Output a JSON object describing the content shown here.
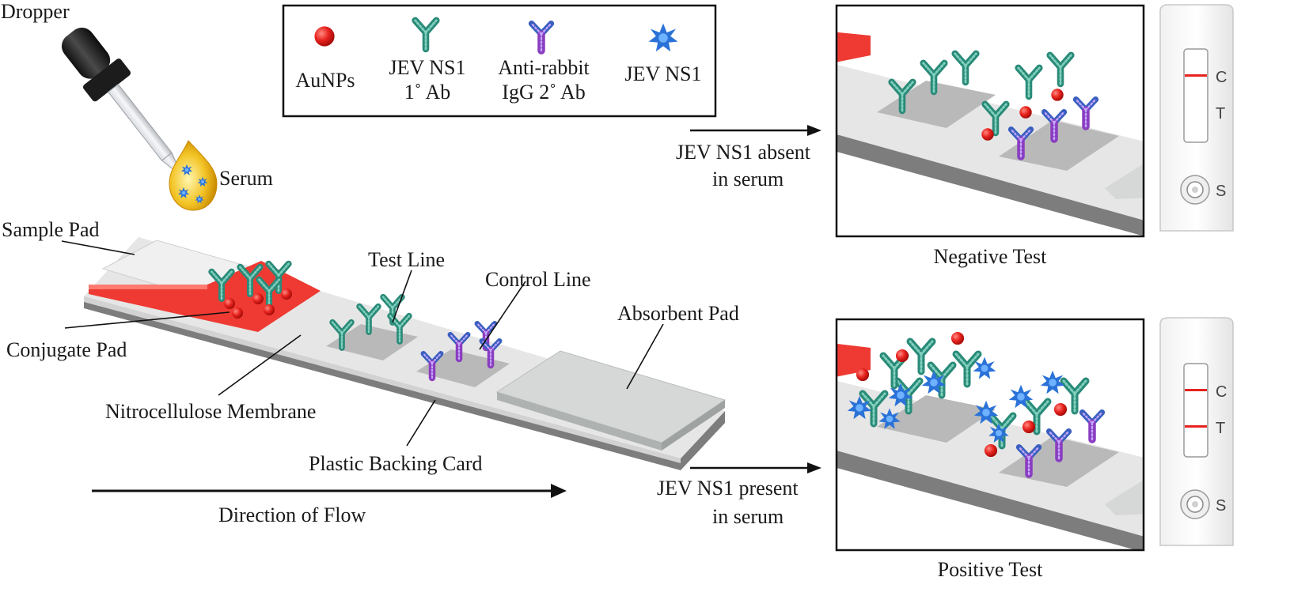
{
  "labels": {
    "dropper": "Dropper",
    "serum": "Serum",
    "sample_pad": "Sample Pad",
    "conjugate_pad": "Conjugate Pad",
    "test_line": "Test Line",
    "control_line": "Control Line",
    "absorbent_pad": "Absorbent Pad",
    "nitrocellulose_membrane": "Nitrocellulose Membrane",
    "plastic_backing_card": "Plastic Backing Card",
    "direction_of_flow": "Direction of Flow"
  },
  "legend": {
    "items": [
      {
        "label": "AuNPs",
        "icon": "gold-nanoparticle-icon"
      },
      {
        "label": "JEV NS1\n1˚ Ab",
        "icon": "primary-antibody-icon"
      },
      {
        "label": "Anti-rabbit\nIgG 2˚ Ab",
        "icon": "secondary-antibody-icon"
      },
      {
        "label": "JEV NS1",
        "icon": "ns1-antigen-icon"
      }
    ]
  },
  "results": {
    "negative": {
      "condition_line1": "JEV NS1 absent",
      "condition_line2": "in serum",
      "caption": "Negative Test",
      "cassette": {
        "control": "C",
        "test": "T",
        "sample": "S"
      }
    },
    "positive": {
      "condition_line1": "JEV NS1 present",
      "condition_line2": "in serum",
      "caption": "Positive Test",
      "cassette": {
        "control": "C",
        "test": "T",
        "sample": "S"
      }
    }
  },
  "colors": {
    "aunp": "#e8231f",
    "primary_ab": "#2a8a78",
    "secondary_ab": "#7a3ea8",
    "antigen": "#2a72d8",
    "conjugate_pad": "#ee3a32",
    "strip": "#e6e6e6",
    "strip_side": "#7d7d7d"
  }
}
